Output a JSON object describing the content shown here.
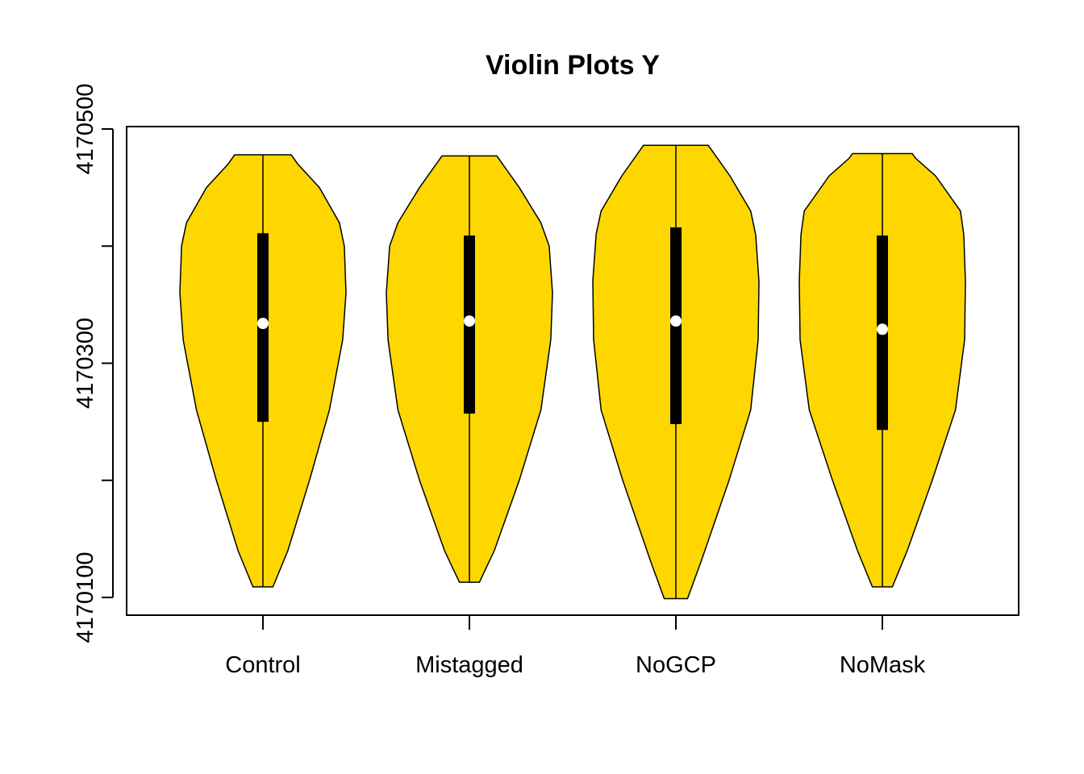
{
  "chart_data": {
    "type": "violin",
    "title": "Violin Plots Y",
    "xlabel": "",
    "ylabel": "",
    "categories": [
      "Control",
      "Mistagged",
      "NoGCP",
      "NoMask"
    ],
    "ylim": [
      4170070,
      4170510
    ],
    "y_ticks": [
      4170100,
      4170200,
      4170300,
      4170400,
      4170500
    ],
    "y_tick_labels": [
      "4170100",
      "",
      "4170300",
      "",
      "4170500"
    ],
    "fill_color": "#FFD700",
    "outline_color": "#000000",
    "box_color": "#000000",
    "median_color": "#FFFFFF",
    "series": [
      {
        "category": "Control",
        "min": 4170109,
        "q1": 4170250,
        "median": 4170334,
        "q3": 4170411,
        "max": 4170478,
        "density": [
          [
            4170109,
            0.12
          ],
          [
            4170140,
            0.3
          ],
          [
            4170200,
            0.56
          ],
          [
            4170260,
            0.8
          ],
          [
            4170320,
            0.96
          ],
          [
            4170360,
            1.0
          ],
          [
            4170400,
            0.98
          ],
          [
            4170420,
            0.92
          ],
          [
            4170450,
            0.68
          ],
          [
            4170470,
            0.42
          ],
          [
            4170478,
            0.34
          ]
        ]
      },
      {
        "category": "Mistagged",
        "min": 4170113,
        "q1": 4170257,
        "median": 4170336,
        "q3": 4170409,
        "max": 4170477,
        "density": [
          [
            4170113,
            0.12
          ],
          [
            4170140,
            0.3
          ],
          [
            4170200,
            0.6
          ],
          [
            4170260,
            0.86
          ],
          [
            4170320,
            0.98
          ],
          [
            4170360,
            1.0
          ],
          [
            4170400,
            0.96
          ],
          [
            4170420,
            0.86
          ],
          [
            4170450,
            0.6
          ],
          [
            4170470,
            0.4
          ],
          [
            4170477,
            0.33
          ]
        ]
      },
      {
        "category": "NoGCP",
        "min": 4170099,
        "q1": 4170248,
        "median": 4170336,
        "q3": 4170416,
        "max": 4170486,
        "density": [
          [
            4170099,
            0.14
          ],
          [
            4170130,
            0.3
          ],
          [
            4170200,
            0.64
          ],
          [
            4170260,
            0.9
          ],
          [
            4170320,
            0.99
          ],
          [
            4170370,
            1.0
          ],
          [
            4170410,
            0.96
          ],
          [
            4170430,
            0.9
          ],
          [
            4170460,
            0.65
          ],
          [
            4170480,
            0.45
          ],
          [
            4170486,
            0.39
          ]
        ]
      },
      {
        "category": "NoMask",
        "min": 4170109,
        "q1": 4170243,
        "median": 4170329,
        "q3": 4170409,
        "max": 4170479,
        "density": [
          [
            4170109,
            0.12
          ],
          [
            4170140,
            0.3
          ],
          [
            4170200,
            0.6
          ],
          [
            4170260,
            0.88
          ],
          [
            4170320,
            0.99
          ],
          [
            4170370,
            1.0
          ],
          [
            4170410,
            0.98
          ],
          [
            4170430,
            0.94
          ],
          [
            4170460,
            0.64
          ],
          [
            4170475,
            0.4
          ],
          [
            4170479,
            0.36
          ]
        ]
      }
    ]
  }
}
